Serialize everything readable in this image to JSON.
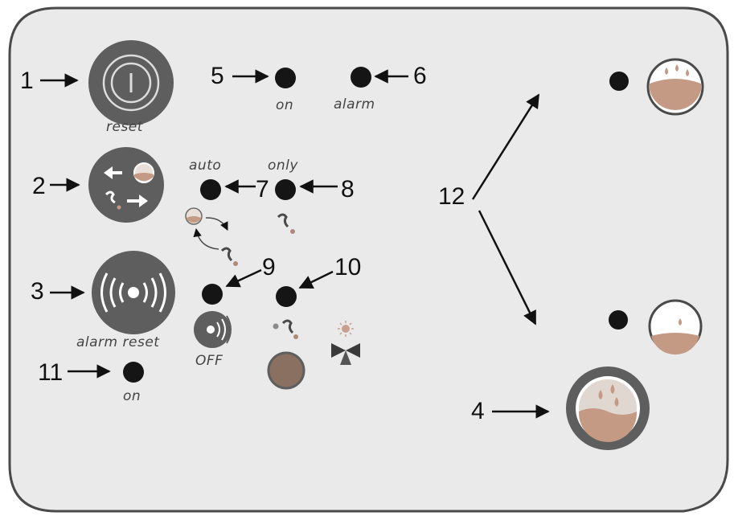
{
  "callouts": {
    "n1": "1",
    "n2": "2",
    "n3": "3",
    "n4": "4",
    "n5": "5",
    "n6": "6",
    "n7": "7",
    "n8": "8",
    "n9": "9",
    "n10": "10",
    "n11": "11",
    "n12": "12"
  },
  "labels": {
    "reset": "reset",
    "on_top": "on",
    "alarm": "alarm",
    "auto": "auto",
    "only": "only",
    "alarm_reset": "alarm reset",
    "off": "OFF",
    "on_bottom": "on"
  },
  "colors": {
    "panel": "#eaeaea",
    "panel_border": "#4a4a4a",
    "dark_button": "#5e5e5e",
    "led": "#151515",
    "amber_button": "#8a7060",
    "tank_fill": "#c49a84",
    "water": "#b99887"
  },
  "icons": {
    "button_1": "power-icon",
    "button_2": "auto-fill-swap-icon",
    "button_3": "alarm-signal-icon",
    "button_4": "tank-water-icon",
    "tank_full": "tank-full-icon",
    "tank_low": "tank-low-icon",
    "tap": "tap-icon",
    "sun_valve": "solar-valve-icon",
    "speaker_off": "speaker-off-icon"
  }
}
